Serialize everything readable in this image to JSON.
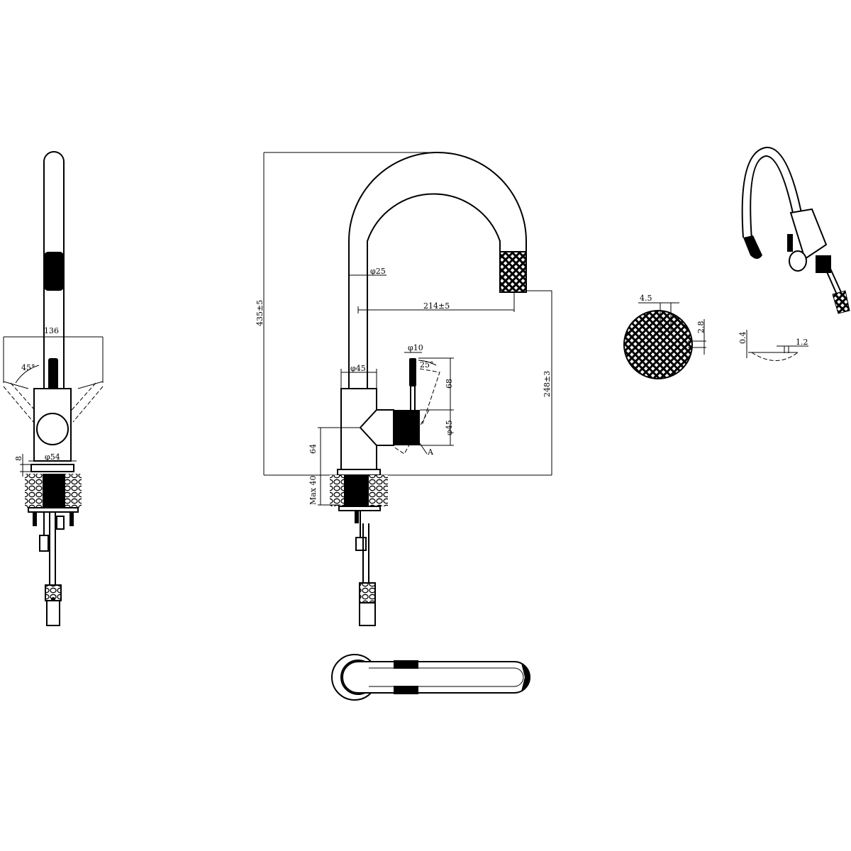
{
  "drawing": {
    "side_view": {
      "width_label": "136",
      "angle_label": "45°",
      "base_dia_label": "φ54",
      "plate_label": "8"
    },
    "front_view": {
      "spout_dia_label": "φ25",
      "height_label": "435±5",
      "reach_label": "214±5",
      "body_dia_label": "φ45",
      "lever_dia_label": "φ10",
      "lever_angle_label": "25°",
      "lever_height_label": "68",
      "handle_dia_label": "φ45",
      "branch_height_label": "64",
      "detail_label": "A",
      "outlet_height_label": "248±3",
      "max_counter_label": "Max 40"
    },
    "detail_a": {
      "pitch_label": "4.5",
      "row_label": "2.8",
      "depth_label": "0.4",
      "groove_label": "1.2"
    },
    "colors": {
      "line": "#000000",
      "background": "#ffffff"
    }
  }
}
